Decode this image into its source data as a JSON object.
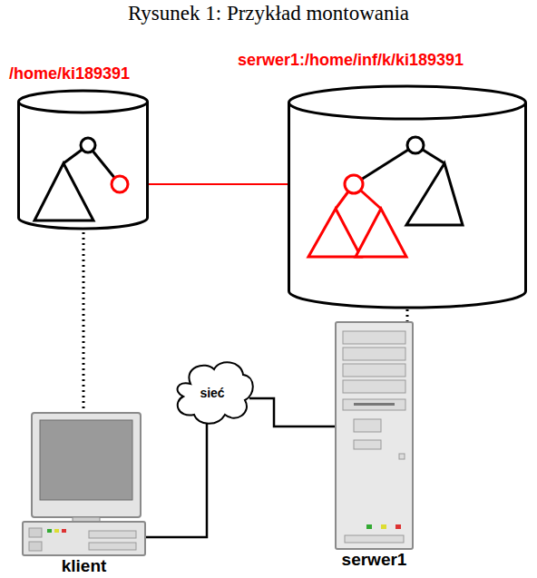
{
  "diagram": {
    "title": "Rysunek 1: Przykład montowania",
    "nodes": [
      {
        "text": [
          "/home/ki189391"
        ]
      },
      {
        "text": [
          "serwer1:/home/inf/k/ki189391"
        ]
      },
      {
        "text": [
          "sieć"
        ]
      },
      {
        "text": [
          "klient"
        ]
      },
      {
        "text": [
          "serwer1"
        ]
      }
    ],
    "edges": [
      {
        "from": 0,
        "to": 1,
        "arrow": "both"
      },
      {
        "from": 0,
        "to": 3,
        "arrow": "none"
      },
      {
        "from": 1,
        "to": 4,
        "arrow": "none"
      },
      {
        "from": 3,
        "to": 2,
        "arrow": "none"
      },
      {
        "from": 2,
        "to": 4,
        "arrow": "none"
      }
    ]
  }
}
